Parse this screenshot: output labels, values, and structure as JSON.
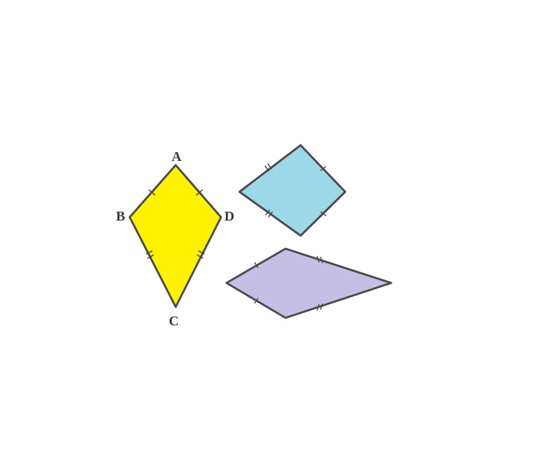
{
  "figures": [
    {
      "id": "kite-abcd",
      "fill": "#fff200",
      "stroke": "#4a4a4a",
      "vertex_labels": {
        "A": "A",
        "B": "B",
        "C": "C",
        "D": "D"
      }
    },
    {
      "id": "kite-blue",
      "fill": "#9dd8e8",
      "stroke": "#4a4a4a"
    },
    {
      "id": "kite-purple",
      "fill": "#c5bfe6",
      "stroke": "#4a4a4a"
    }
  ]
}
